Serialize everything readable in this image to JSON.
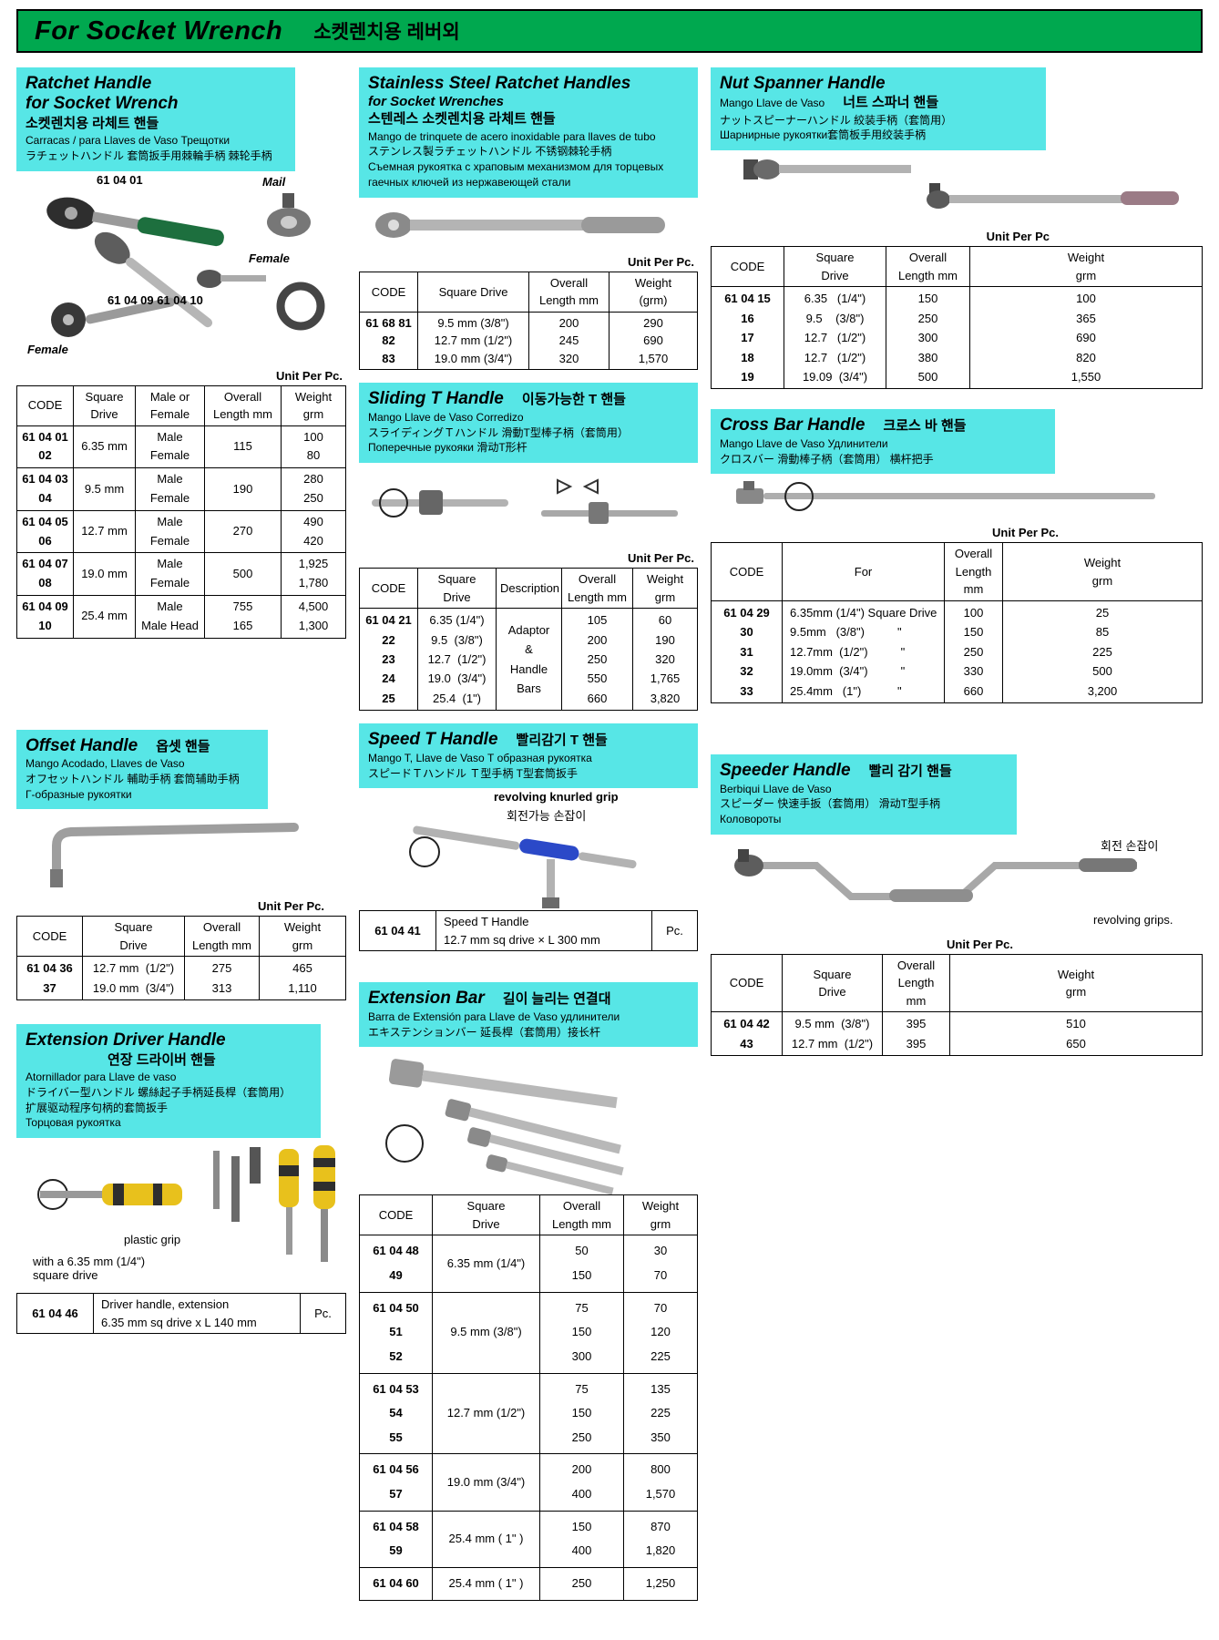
{
  "colors": {
    "banner_green": "#00a84f",
    "header_cyan": "#57e6e6"
  },
  "banner": {
    "title": "For Socket Wrench",
    "subtitle": "소켓렌치용 레버외"
  },
  "sections": {
    "ratchet": {
      "title": "Ratchet Handle",
      "title2": "for Socket Wrench",
      "ko": "소켓렌치용 라체트 핸들",
      "lines": [
        "Carracas / para Llaves de Vaso   Трещотки",
        "ラチェットハンドル   套筒扳手用棘輪手柄 棘轮手柄"
      ],
      "fig": {
        "code1": "61 04 01",
        "mail": "Mail",
        "female1": "Female",
        "codes2": "61 04 09   61 04 10",
        "female2": "Female"
      },
      "unit": "Unit Per Pc.",
      "table": {
        "headers": [
          "CODE",
          "Square\nDrive",
          "Male or\nFemale",
          "Overall\nLength mm",
          "Weight\ngrm"
        ],
        "rows": [
          [
            "61 04 01\n02",
            "6.35 mm",
            "Male\nFemale",
            "115",
            "100\n80"
          ],
          [
            "61 04 03\n04",
            "9.5 mm",
            "Male\nFemale",
            "190",
            "280\n250"
          ],
          [
            "61 04 05\n06",
            "12.7 mm",
            "Male\nFemale",
            "270",
            "490\n420"
          ],
          [
            "61 04 07\n08",
            "19.0 mm",
            "Male\nFemale",
            "500",
            "1,925\n1,780"
          ],
          [
            "61 04 09\n10",
            "25.4 mm",
            "Male\nMale Head",
            "755\n165",
            "4,500\n1,300"
          ]
        ]
      }
    },
    "stainless": {
      "title": "Stainless Steel Ratchet Handles",
      "title2": "for Socket Wrenches",
      "ko": "스텐레스 소켓렌치용 라체트 핸들",
      "lines": [
        "Mango de trinquete de acero inoxidable para llaves de tubo",
        "ステンレス製ラチェットハンドル 不锈钢棘轮手柄",
        "Съемная рукоятка с храповым механизмом для торцевых гаечных ключей из нержавеющей стали"
      ],
      "unit": "Unit Per Pc.",
      "table": {
        "headers": [
          "CODE",
          "Square Drive",
          "Overall\nLength mm",
          "Weight\n(grm)"
        ],
        "rows": [
          [
            "61 68 81\n82\n83",
            "9.5 mm (3/8\")\n12.7 mm (1/2\")\n19.0 mm (3/4\")",
            "200\n245\n320",
            "290\n690\n1,570"
          ]
        ]
      }
    },
    "nut_spanner": {
      "title": "Nut Spanner Handle",
      "es": "Mango Llave de Vaso",
      "ko": "너트 스파너 핸들",
      "lines": [
        "ナットスピーナーハンドル   絞装手柄（套筒用）",
        "Шарнирные рукоятки套筒板手用绞装手柄"
      ],
      "unit": "Unit Per Pc",
      "table": {
        "headers": [
          "CODE",
          "Square\nDrive",
          "Overall\nLength mm",
          "Weight\ngrm"
        ],
        "rows": [
          [
            "61 04 15\n16\n17\n18\n19",
            "6.35   (1/4\")\n9.5    (3/8\")\n12.7   (1/2\")\n12.7   (1/2\")\n19.09  (3/4\")",
            "150\n250\n300\n380\n500",
            "100\n365\n690\n820\n1,550"
          ]
        ]
      }
    },
    "sliding_t": {
      "title": "Sliding T Handle",
      "ko": "이동가능한 T 핸들",
      "lines": [
        "Mango Llave de Vaso Corredizo",
        "スライディングＴハンドル   滑動T型棒子柄（套筒用）",
        "Поперечные рукояки    滑动T形杆"
      ],
      "unit": "Unit Per Pc.",
      "table": {
        "headers": [
          "CODE",
          "Square\nDrive",
          "Description",
          "Overall\nLength mm",
          "Weight\ngrm"
        ],
        "rows": [
          [
            "61 04 21\n22\n23\n24\n25",
            "6.35 (1/4\")\n9.5  (3/8\")\n12.7  (1/2\")\n19.0  (3/4\")\n25.4  (1\")",
            "Adaptor\n&\nHandle\nBars",
            "105\n200\n250\n550\n660",
            "60\n190\n320\n1,765\n3,820"
          ]
        ]
      }
    },
    "cross_bar": {
      "title": "Cross Bar Handle",
      "ko": "크로스 바 핸들",
      "lines": [
        "Mango Llave de Vaso    Удлинители",
        "クロスバー    滑動棒子柄（套筒用）   横杆把手"
      ],
      "unit": "Unit Per Pc.",
      "table": {
        "headers": [
          "CODE",
          "For",
          "Overall\nLength mm",
          "Weight\ngrm"
        ],
        "rows": [
          [
            "61 04 29\n30\n31\n32\n33",
            "6.35mm (1/4\") Square Drive\n9.5mm   (3/8\")          \"\n12.7mm  (1/2\")          \"\n19.0mm  (3/4\")          \"\n25.4mm   (1\")           \"",
            "100\n150\n250\n330\n660",
            "25\n85\n225\n500\n3,200"
          ]
        ]
      }
    },
    "offset": {
      "title": "Offset Handle",
      "ko": "옵셋 핸들",
      "lines": [
        "Mango Acodado, Llaves de Vaso",
        "オフセットハンドル   輔助手柄 套筒辅助手柄",
        "Г-образные рукоятки"
      ],
      "unit": "Unit Per Pc.",
      "table": {
        "headers": [
          "CODE",
          "Square\nDrive",
          "Overall\nLength mm",
          "Weight\ngrm"
        ],
        "rows": [
          [
            "61 04 36\n37",
            "12.7 mm  (1/2\")\n19.0 mm  (3/4\")",
            "275\n313",
            "465\n1,110"
          ]
        ]
      }
    },
    "speed_t": {
      "title": "Speed T Handle",
      "ko": "빨리감기 T 핸들",
      "lines": [
        "Mango T, Llave de Vaso    Т образная рукоятка",
        "スピードＴハンドル    Ｔ型手柄   T型套筒扳手"
      ],
      "fig": {
        "ann1": "revolving knurled grip",
        "ann2": "회전가능 손잡이"
      },
      "table": {
        "rows": [
          [
            "61 04 41",
            "Speed T Handle\n12.7 mm sq drive × L 300 mm",
            "Pc."
          ]
        ]
      }
    },
    "speeder": {
      "title": "Speeder Handle",
      "ko": "빨리 감기 핸들",
      "lines": [
        "Berbiqui Llave de Vaso",
        "スピーダー   快速手扳（套筒用）  滑动T型手柄",
        "Коловороты"
      ],
      "fig": {
        "ann1": "회전 손잡이",
        "ann2": "revolving grips."
      },
      "unit": "Unit Per Pc.",
      "table": {
        "headers": [
          "CODE",
          "Square\nDrive",
          "Overall\nLength mm",
          "Weight\ngrm"
        ],
        "rows": [
          [
            "61 04 42\n43",
            "9.5 mm  (3/8\")\n12.7 mm  (1/2\")",
            "395\n395",
            "510\n650"
          ]
        ]
      }
    },
    "ext_driver": {
      "title": "Extension Driver Handle",
      "ko": "연장 드라이버 핸들",
      "lines": [
        "Atornillador para Llave de vaso",
        "ドライバー型ハンドル   螺絲起子手柄延長桿（套筒用）",
        "扩展驱动程序句柄的套筒扳手",
        "Торцовая рукоятка"
      ],
      "fig": {
        "ann1": "plastic grip",
        "ann2": "with a 6.35 mm (1/4\")\nsquare drive"
      },
      "table": {
        "rows": [
          [
            "61 04 46",
            "Driver handle, extension\n6.35 mm sq drive x L 140 mm",
            "Pc."
          ]
        ]
      }
    },
    "ext_bar": {
      "title": "Extension Bar",
      "ko": "길이 늘리는 연결대",
      "lines": [
        "Barra de Extensión para Llave de Vaso  удлинители",
        "エキステンションバー   延長桿（套筒用）接长杆"
      ],
      "table": {
        "headers": [
          "CODE",
          "Square\nDrive",
          "Overall\nLength mm",
          "Weight\ngrm"
        ],
        "rows": [
          [
            "61 04 48\n49",
            "6.35 mm (1/4\")",
            "50\n150",
            "30\n70"
          ],
          [
            "61 04 50\n51\n52",
            "9.5 mm (3/8\")",
            "75\n150\n300",
            "70\n120\n225"
          ],
          [
            "61 04 53\n54\n55",
            "12.7 mm (1/2\")",
            "75\n150\n250",
            "135\n225\n350"
          ],
          [
            "61 04 56\n57",
            "19.0 mm (3/4\")",
            "200\n400",
            "800\n1,570"
          ],
          [
            "61 04 58\n59",
            "25.4 mm ( 1\" )",
            "150\n400",
            "870\n1,820"
          ],
          [
            "61 04 60",
            "25.4 mm ( 1\" )",
            "250",
            "1,250"
          ]
        ]
      }
    }
  }
}
